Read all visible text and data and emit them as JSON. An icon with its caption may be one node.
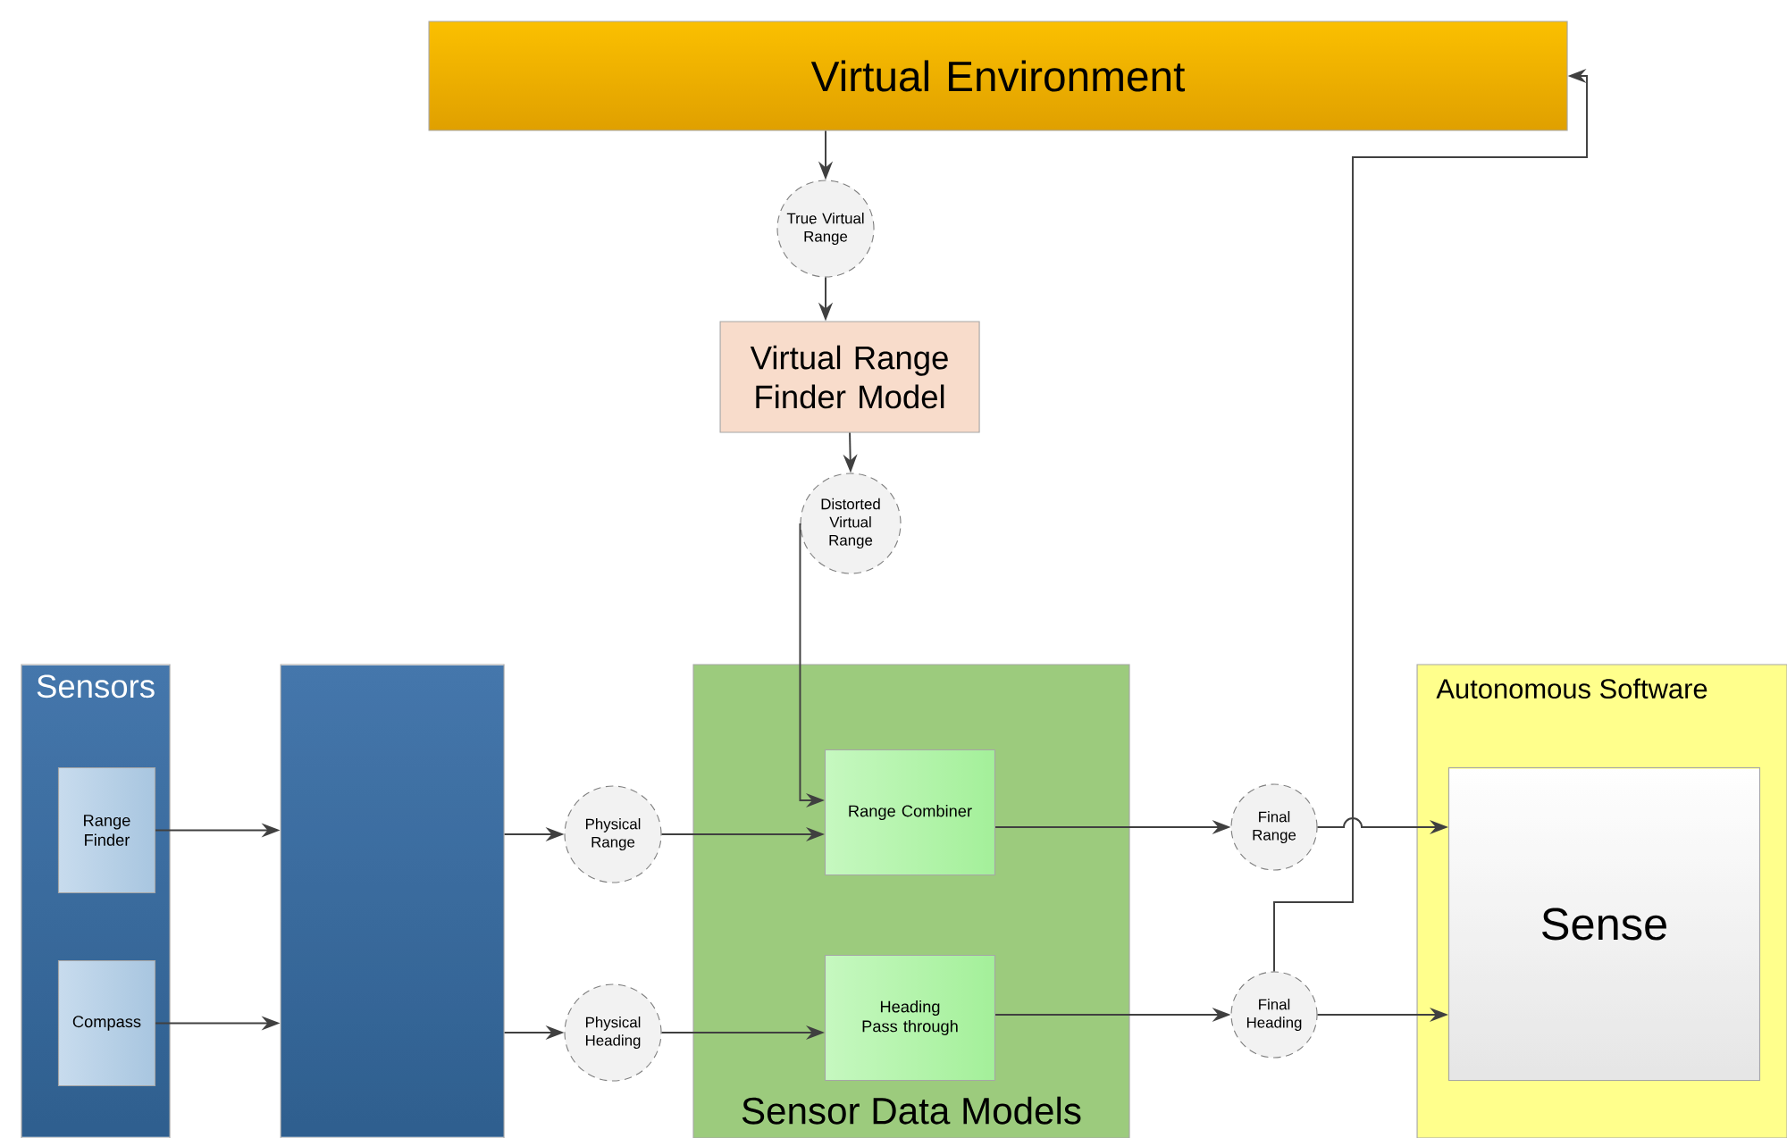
{
  "diagram": {
    "nodes": [
      {
        "text": [
          "Virtual Environment"
        ]
      },
      {
        "text": [
          "True Virtual Range"
        ]
      },
      {
        "text": [
          "Virtual Range Finder Model"
        ]
      },
      {
        "text": [
          "Distorted Virtual Range"
        ]
      },
      {
        "text": [
          "Sensors"
        ]
      },
      {
        "text": [
          "Range Finder"
        ],
        "in": 4
      },
      {
        "text": [
          "Compass"
        ],
        "in": 4
      },
      {
        "text": [],
        "shape": "box"
      },
      {
        "text": [
          "Physical Range"
        ]
      },
      {
        "text": [
          "Physical Heading"
        ]
      },
      {
        "text": [
          "Sensor Data Models"
        ]
      },
      {
        "text": [
          "Range Combiner"
        ],
        "in": 10
      },
      {
        "text": [
          "Heading Pass through"
        ],
        "in": 10
      },
      {
        "text": [
          "Final Range"
        ]
      },
      {
        "text": [
          "Final Heading"
        ]
      },
      {
        "text": [
          "Autonomous Software"
        ]
      },
      {
        "text": [
          "Sense"
        ],
        "in": 15
      }
    ],
    "edges": [
      {
        "from": 0,
        "to": 1,
        "arrow": "to"
      },
      {
        "from": 1,
        "to": 2,
        "arrow": "to"
      },
      {
        "from": 2,
        "to": 3,
        "arrow": "to"
      },
      {
        "from": 3,
        "to": 11,
        "arrow": "to"
      },
      {
        "from": 5,
        "to": 7,
        "arrow": "to"
      },
      {
        "from": 6,
        "to": 7,
        "arrow": "to"
      },
      {
        "from": 7,
        "to": 8,
        "arrow": "to"
      },
      {
        "from": 7,
        "to": 9,
        "arrow": "to"
      },
      {
        "from": 8,
        "to": 11,
        "arrow": "to"
      },
      {
        "from": 9,
        "to": 12,
        "arrow": "to"
      },
      {
        "from": 11,
        "to": 13,
        "arrow": "to"
      },
      {
        "from": 12,
        "to": 14,
        "arrow": "to"
      },
      {
        "from": 13,
        "to": 16,
        "arrow": "to"
      },
      {
        "from": 14,
        "to": 16,
        "arrow": "to"
      },
      {
        "from": 14,
        "to": 0,
        "arrow": "to"
      }
    ]
  }
}
